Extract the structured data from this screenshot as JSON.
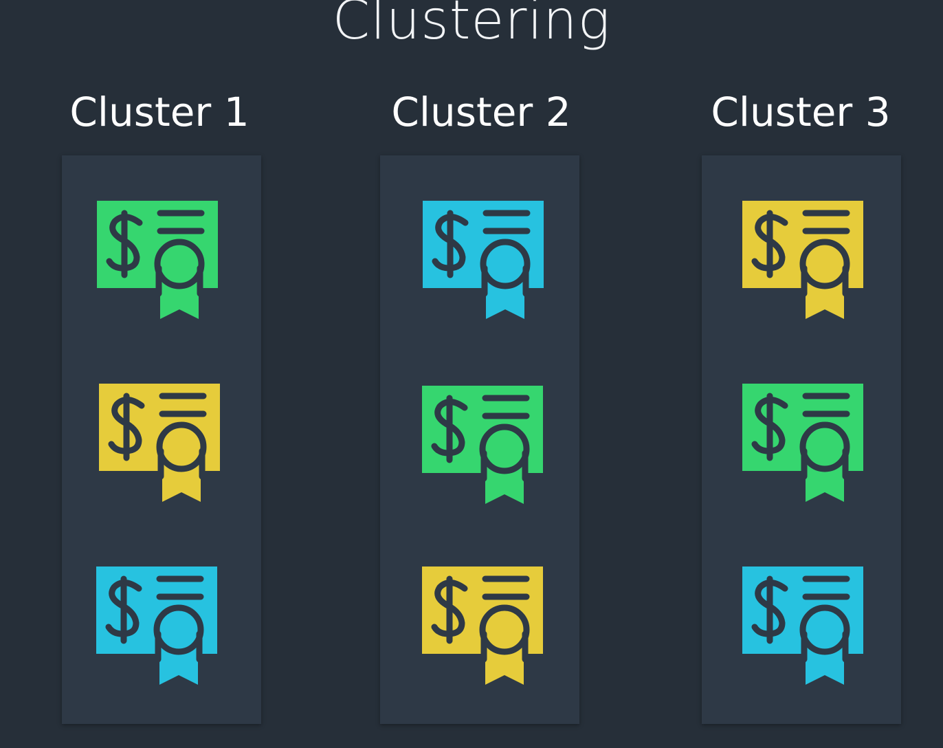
{
  "title": "Clustering",
  "colors": {
    "background": "#262f39",
    "panel": "#2e3946",
    "stroke": "#2e3946",
    "green": "#36d66f",
    "blue": "#27c2e0",
    "yellow": "#e6cc3b"
  },
  "clusters": [
    {
      "label": "Cluster 1",
      "items": [
        {
          "icon": "certificate-icon",
          "color": "green"
        },
        {
          "icon": "certificate-icon",
          "color": "yellow"
        },
        {
          "icon": "certificate-icon",
          "color": "blue"
        }
      ]
    },
    {
      "label": "Cluster 2",
      "items": [
        {
          "icon": "certificate-icon",
          "color": "blue"
        },
        {
          "icon": "certificate-icon",
          "color": "green"
        },
        {
          "icon": "certificate-icon",
          "color": "yellow"
        }
      ]
    },
    {
      "label": "Cluster 3",
      "items": [
        {
          "icon": "certificate-icon",
          "color": "yellow"
        },
        {
          "icon": "certificate-icon",
          "color": "green"
        },
        {
          "icon": "certificate-icon",
          "color": "blue"
        }
      ]
    }
  ]
}
